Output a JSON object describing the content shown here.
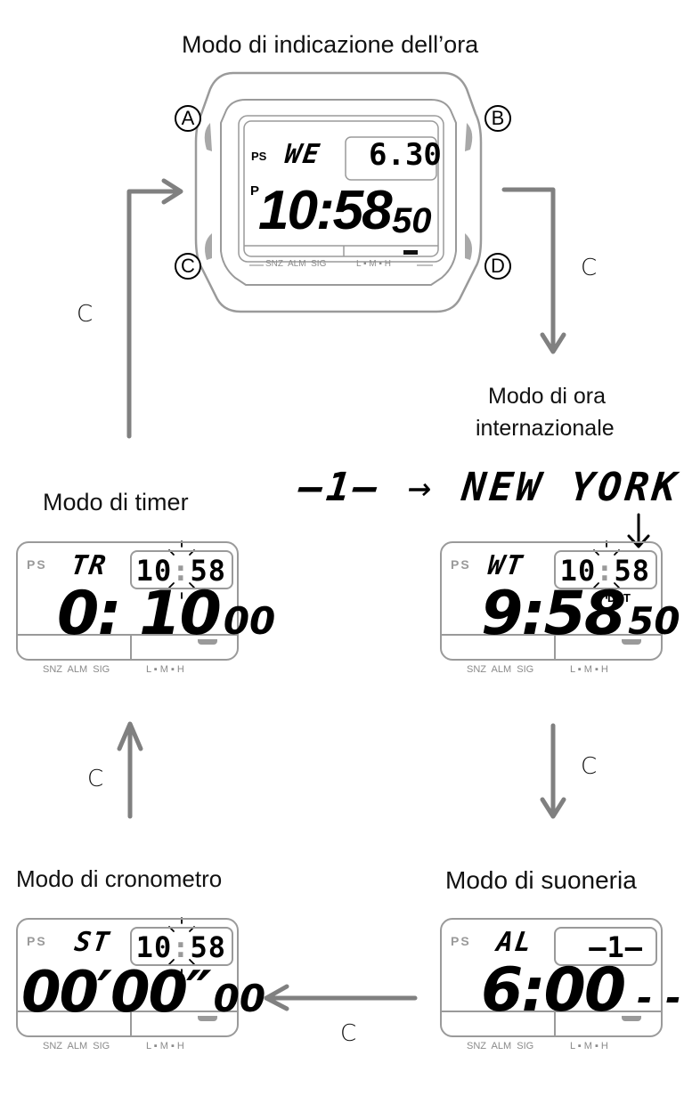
{
  "titles": {
    "timekeeping": "Modo di indicazione dell’ora",
    "world_time_line1": "Modo di ora",
    "world_time_line2": "internazionale",
    "timer": "Modo di timer",
    "stopwatch": "Modo di cronometro",
    "alarm": "Modo di suoneria"
  },
  "transition_button": "C",
  "arrow_color": "#808080",
  "outline_color": "#9a9a9a",
  "watch": {
    "buttons": [
      "A",
      "B",
      "C",
      "D"
    ],
    "ps_label": "PS",
    "mode": "WE",
    "date": "6.30",
    "pm_label": "P",
    "time_main": "10:58",
    "seconds": "50",
    "legend_left": "SNZ  ALM  SIG",
    "legend_right": "L ▪ M ▪ H"
  },
  "city_selection": {
    "from": "–1–",
    "arrow": "→",
    "city": "NEW YORK"
  },
  "panels": {
    "world_time": {
      "ps_label": "PS",
      "mode": "WT",
      "sub_hours": "10",
      "sub_colon": ":",
      "sub_minutes": "58",
      "dst_label": "DST",
      "main": "9:58",
      "seconds": "50",
      "legend_left": "SNZ  ALM  SIG",
      "legend_right": "L ▪ M ▪ H"
    },
    "timer": {
      "ps_label": "PS",
      "mode": "TR",
      "sub_hours": "10",
      "sub_colon": ":",
      "sub_minutes": "58",
      "main": "0: 10",
      "seconds": "00",
      "legend_left": "SNZ  ALM  SIG",
      "legend_right": "L ▪ M ▪ H"
    },
    "stopwatch": {
      "ps_label": "PS",
      "mode": "ST",
      "sub_hours": "10",
      "sub_colon": ":",
      "sub_minutes": "58",
      "main": "00′00″",
      "seconds": "00",
      "legend_left": "SNZ  ALM  SIG",
      "legend_right": "L ▪ M ▪ H"
    },
    "alarm": {
      "ps_label": "PS",
      "mode": "AL",
      "sub_text": "–1–",
      "main": "6:00",
      "seconds": "- -",
      "legend_left": "SNZ  ALM  SIG",
      "legend_right": "L ▪ M ▪ H"
    }
  }
}
